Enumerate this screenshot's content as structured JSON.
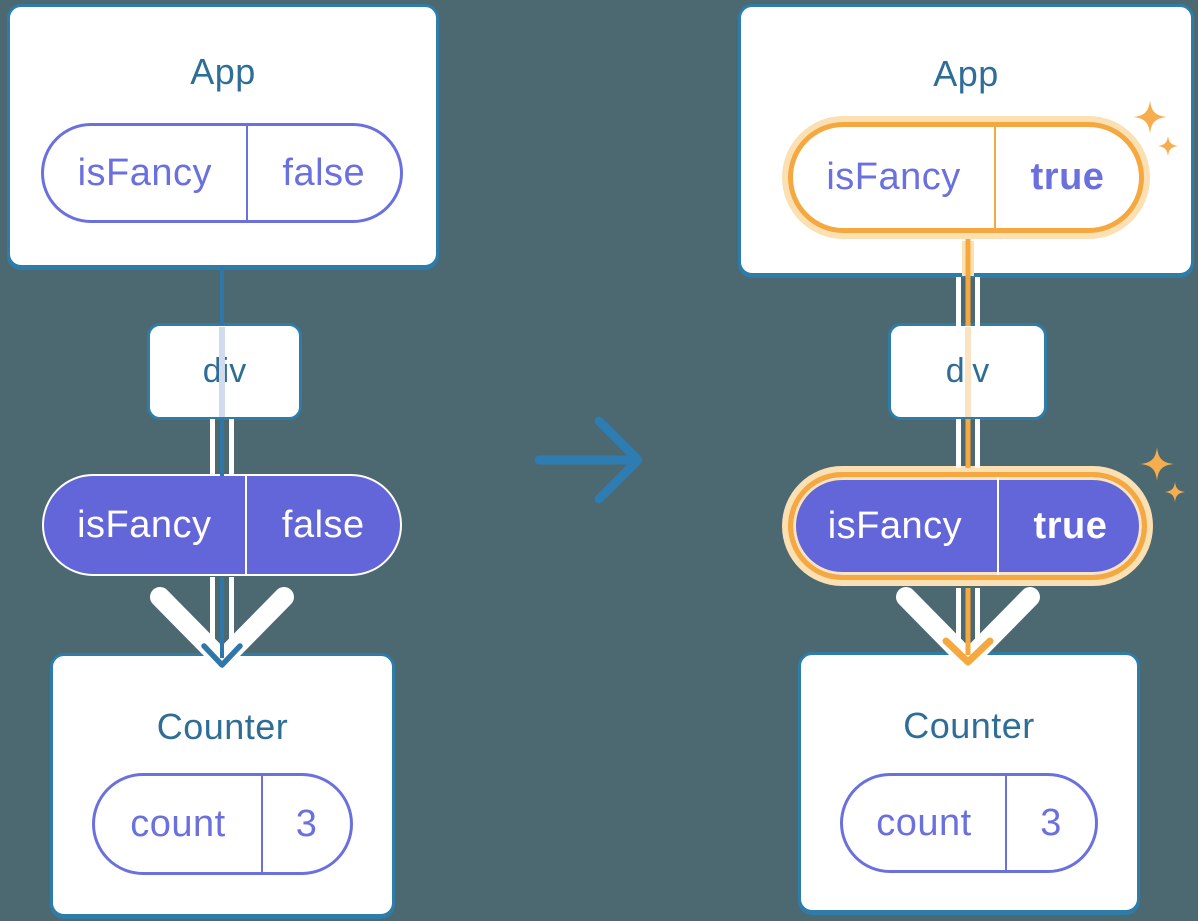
{
  "colors": {
    "bg": "#4C6871",
    "card_bg": "#FFFFFF",
    "card_border": "#2E7CA8",
    "heading": "#2E6E96",
    "purple": "#6B70DF",
    "purple_fill": "#6366D9",
    "tree_line": "#2E77A8",
    "faint_line_blue": "#D2DAEE",
    "faint_line_orange": "#FBE3C2",
    "orange": "#F5A83F",
    "orange_halo": "#FAE0B2",
    "orange_halo_inner": "#FAE3C0",
    "sparkle": "#F5AD4D",
    "transition_arrow": "#2E7DB2"
  },
  "panels": {
    "before": {
      "app": {
        "title": "App",
        "prop": {
          "name": "isFancy",
          "value": "false"
        }
      },
      "container": {
        "label": "div"
      },
      "passed_prop": {
        "name": "isFancy",
        "value": "false"
      },
      "counter": {
        "title": "Counter",
        "state": {
          "name": "count",
          "value": "3"
        }
      }
    },
    "after": {
      "app": {
        "title": "App",
        "prop": {
          "name": "isFancy",
          "value": "true"
        }
      },
      "container": {
        "label": "div"
      },
      "passed_prop": {
        "name": "isFancy",
        "value": "true"
      },
      "counter": {
        "title": "Counter",
        "state": {
          "name": "count",
          "value": "3"
        }
      }
    }
  },
  "transition": {
    "symbol": "arrow-right"
  }
}
